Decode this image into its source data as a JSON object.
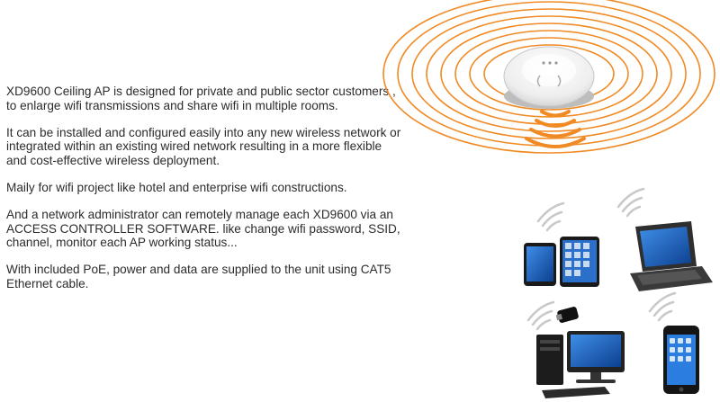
{
  "product": {
    "paragraphs": [
      "XD9600 Ceiling AP is designed for private and public sector customers , to enlarge wifi transmissions and share wifi in multiple rooms.",
      "It can be installed and configured easily into any new wireless network or integrated within an existing wired network resulting in a more flexible and cost-effective wireless deployment.",
      "Maily for wifi project like hotel and enterprise wifi constructions.",
      "And a network administrator can remotely manage each XD9600 via an ACCESS CONTROLLER SOFTWARE. like change wifi password, SSID, channel, monitor each AP working status...",
      "With included PoE, power and data are supplied to the unit using CAT5 Ethernet cable."
    ]
  },
  "colors": {
    "text": "#2b2b2b",
    "signal_orange": "#f08a24",
    "wave_gray": "#c9c9c9",
    "device_blue": "#1e6fd9"
  },
  "icons": {
    "access_point": "ceiling-access-point-icon",
    "tablets": "tablet-icon",
    "laptop": "laptop-icon",
    "desktop": "desktop-computer-icon",
    "phone": "smartphone-icon",
    "usb_adapter": "usb-wifi-adapter-icon"
  }
}
